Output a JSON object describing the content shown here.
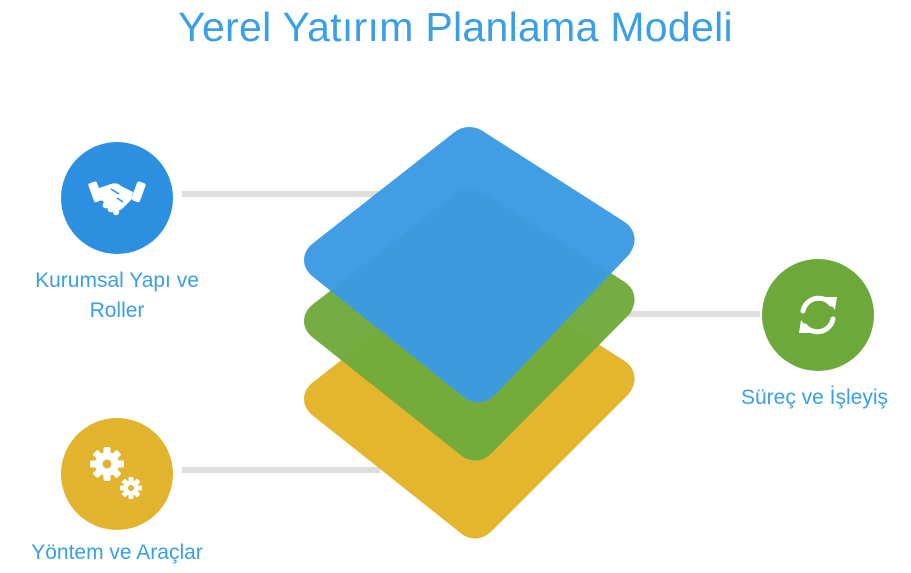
{
  "title": "Yerel Yatırım Planlama Modeli",
  "nodes": {
    "institutional": {
      "label_line1": "Kurumsal Yapı ve",
      "label_line2": "Roller",
      "icon": "handshake-icon",
      "color": "#2c8fe0"
    },
    "methods": {
      "label": "Yöntem ve Araçlar",
      "icon": "gears-icon",
      "color": "#e2b32c"
    },
    "process": {
      "label": "Süreç ve İşleyiş",
      "icon": "refresh-icon",
      "color": "#6da93a"
    }
  },
  "colors": {
    "blue": "#3a9be4",
    "green": "#72ab3c",
    "yellow": "#e4b62e",
    "connector": "#dddddd",
    "text": "#3aa0e3"
  }
}
